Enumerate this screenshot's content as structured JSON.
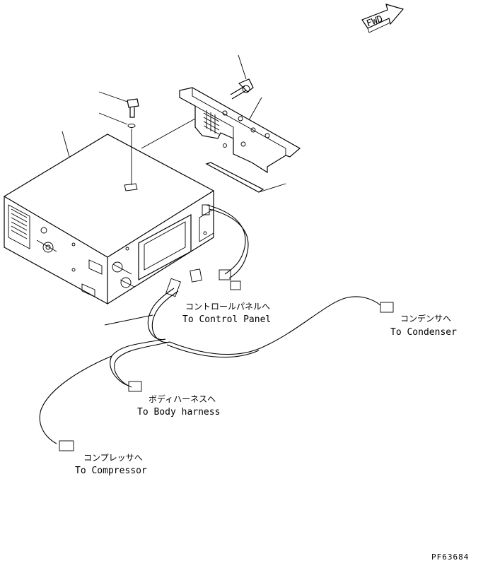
{
  "fwd_label": "FWD",
  "labels": {
    "control_panel_jp": "コントロールパネルへ",
    "control_panel_en": "To Control Panel",
    "condenser_jp": "コンデンサへ",
    "condenser_en": "To Condenser",
    "body_harness_jp": "ボディハーネスへ",
    "body_harness_en": "To Body harness",
    "compressor_jp": "コンプレッサへ",
    "compressor_en": "To Compressor"
  },
  "figure_id": "PF63684"
}
